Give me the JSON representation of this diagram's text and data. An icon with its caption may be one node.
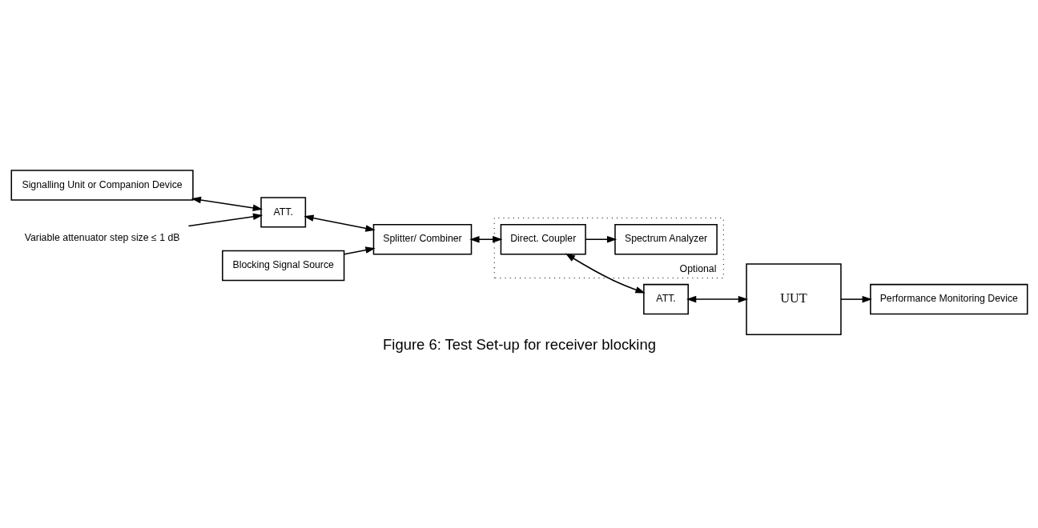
{
  "diagram": {
    "caption": "Figure 6: Test Set-up for receiver blocking",
    "nodes": [
      {
        "text": [
          "Signalling Unit or Companion Device"
        ]
      },
      {
        "text": [
          "Blocking Signal Source"
        ]
      },
      {
        "text": [
          "ATT."
        ]
      },
      {
        "text": [
          "Variable attenuator step size ≤ 1 dB"
        ]
      },
      {
        "text": [
          "Splitter/ Combiner"
        ]
      },
      {
        "text": [
          "Optional"
        ]
      },
      {
        "text": [
          "Direct. Coupler"
        ],
        "in": 5
      },
      {
        "text": [
          "Spectrum Analyzer"
        ],
        "in": 5
      },
      {
        "text": [
          "ATT."
        ]
      },
      {
        "text": [
          "UUT"
        ]
      },
      {
        "text": [
          "Performance Monitoring Device"
        ]
      }
    ],
    "edges": [
      {
        "from": 0,
        "to": 2,
        "arrow": "both"
      },
      {
        "from": 2,
        "to": 4,
        "arrow": "both"
      },
      {
        "from": 1,
        "to": 4,
        "arrow": "to"
      },
      {
        "from": 3,
        "to": 2,
        "arrow": "to"
      },
      {
        "from": 4,
        "to": 6,
        "arrow": "both"
      },
      {
        "from": 6,
        "to": 7,
        "arrow": "to"
      },
      {
        "from": 6,
        "to": 8,
        "arrow": "both"
      },
      {
        "from": 8,
        "to": 9,
        "arrow": "both"
      },
      {
        "from": 9,
        "to": 10,
        "arrow": "to"
      }
    ]
  }
}
